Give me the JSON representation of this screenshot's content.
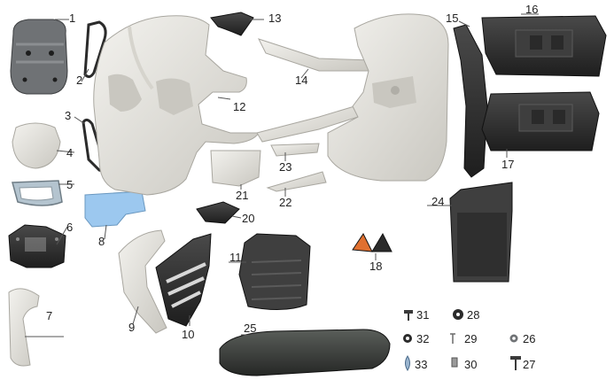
{
  "diagram": {
    "labels": {
      "p1": "1",
      "p2": "2",
      "p3": "3",
      "p4": "4",
      "p5": "5",
      "p6": "6",
      "p7": "7",
      "p8": "8",
      "p9": "9",
      "p10": "10",
      "p11": "11",
      "p12": "12",
      "p13": "13",
      "p14": "14",
      "p15": "15",
      "p16": "16",
      "p17": "17",
      "p18": "18",
      "p20": "20",
      "p21": "21",
      "p22": "22",
      "p23": "23",
      "p24": "24",
      "p25": "25",
      "p26": "26",
      "p27": "27",
      "p28": "28",
      "p29": "29",
      "p30": "30",
      "p31": "31",
      "p32": "32",
      "p33": "33"
    },
    "colors": {
      "plastic_white": "#e8e6df",
      "plastic_shadow": "#b9b7b0",
      "black_part": "#2b2b2b",
      "grey_part": "#6f7275",
      "blue_part": "#9cc8ef",
      "seat": "#3a3d3a",
      "mat": "#3f3f3f",
      "orange": "#e07030"
    }
  }
}
